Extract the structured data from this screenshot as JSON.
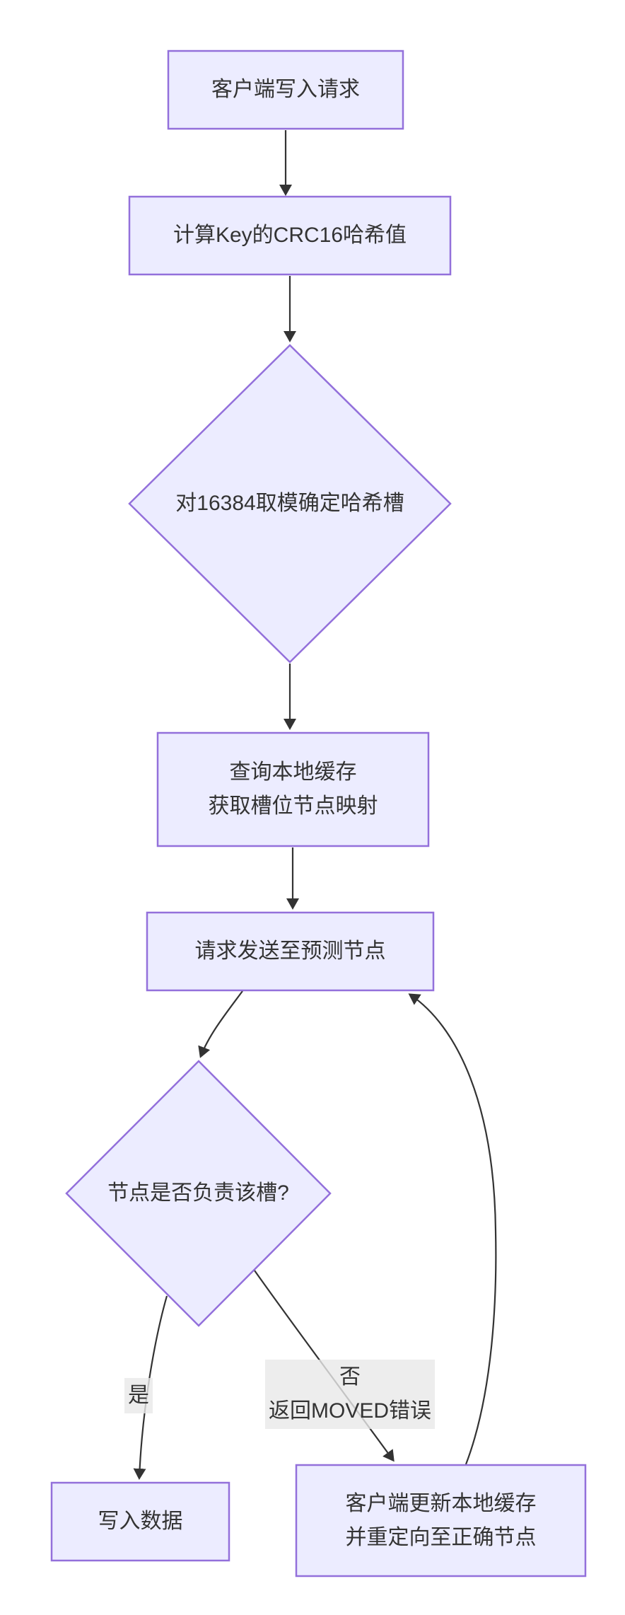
{
  "diagram": {
    "type": "flowchart",
    "direction": "top-down",
    "colors": {
      "node_fill": "#ECECFF",
      "node_border": "#9370DB",
      "edge_color": "#333333",
      "text_color": "#333333",
      "edge_label_background": "#E8E8E8",
      "background": "#FFFFFF"
    },
    "nodes": [
      {
        "id": "client-write",
        "shape": "rect",
        "label": "客户端写入请求"
      },
      {
        "id": "crc16",
        "shape": "rect",
        "label": "计算Key的CRC16哈希值"
      },
      {
        "id": "mod-slot",
        "shape": "diamond",
        "label": "对16384取模确定哈希槽"
      },
      {
        "id": "query-cache",
        "shape": "rect",
        "label": "查询本地缓存\n获取槽位节点映射"
      },
      {
        "id": "send-node",
        "shape": "rect",
        "label": "请求发送至预测节点"
      },
      {
        "id": "owns-slot",
        "shape": "diamond",
        "label": "节点是否负责该槽?"
      },
      {
        "id": "write-data",
        "shape": "rect",
        "label": "写入数据"
      },
      {
        "id": "update-cache",
        "shape": "rect",
        "label": "客户端更新本地缓存\n并重定向至正确节点"
      }
    ],
    "edges": [
      {
        "from": "client-write",
        "to": "crc16",
        "label": ""
      },
      {
        "from": "crc16",
        "to": "mod-slot",
        "label": ""
      },
      {
        "from": "mod-slot",
        "to": "query-cache",
        "label": ""
      },
      {
        "from": "query-cache",
        "to": "send-node",
        "label": ""
      },
      {
        "from": "send-node",
        "to": "owns-slot",
        "label": ""
      },
      {
        "from": "owns-slot",
        "to": "write-data",
        "label": "是"
      },
      {
        "from": "owns-slot",
        "to": "update-cache",
        "label": "否\n返回MOVED错误"
      },
      {
        "from": "update-cache",
        "to": "send-node",
        "label": ""
      }
    ]
  }
}
